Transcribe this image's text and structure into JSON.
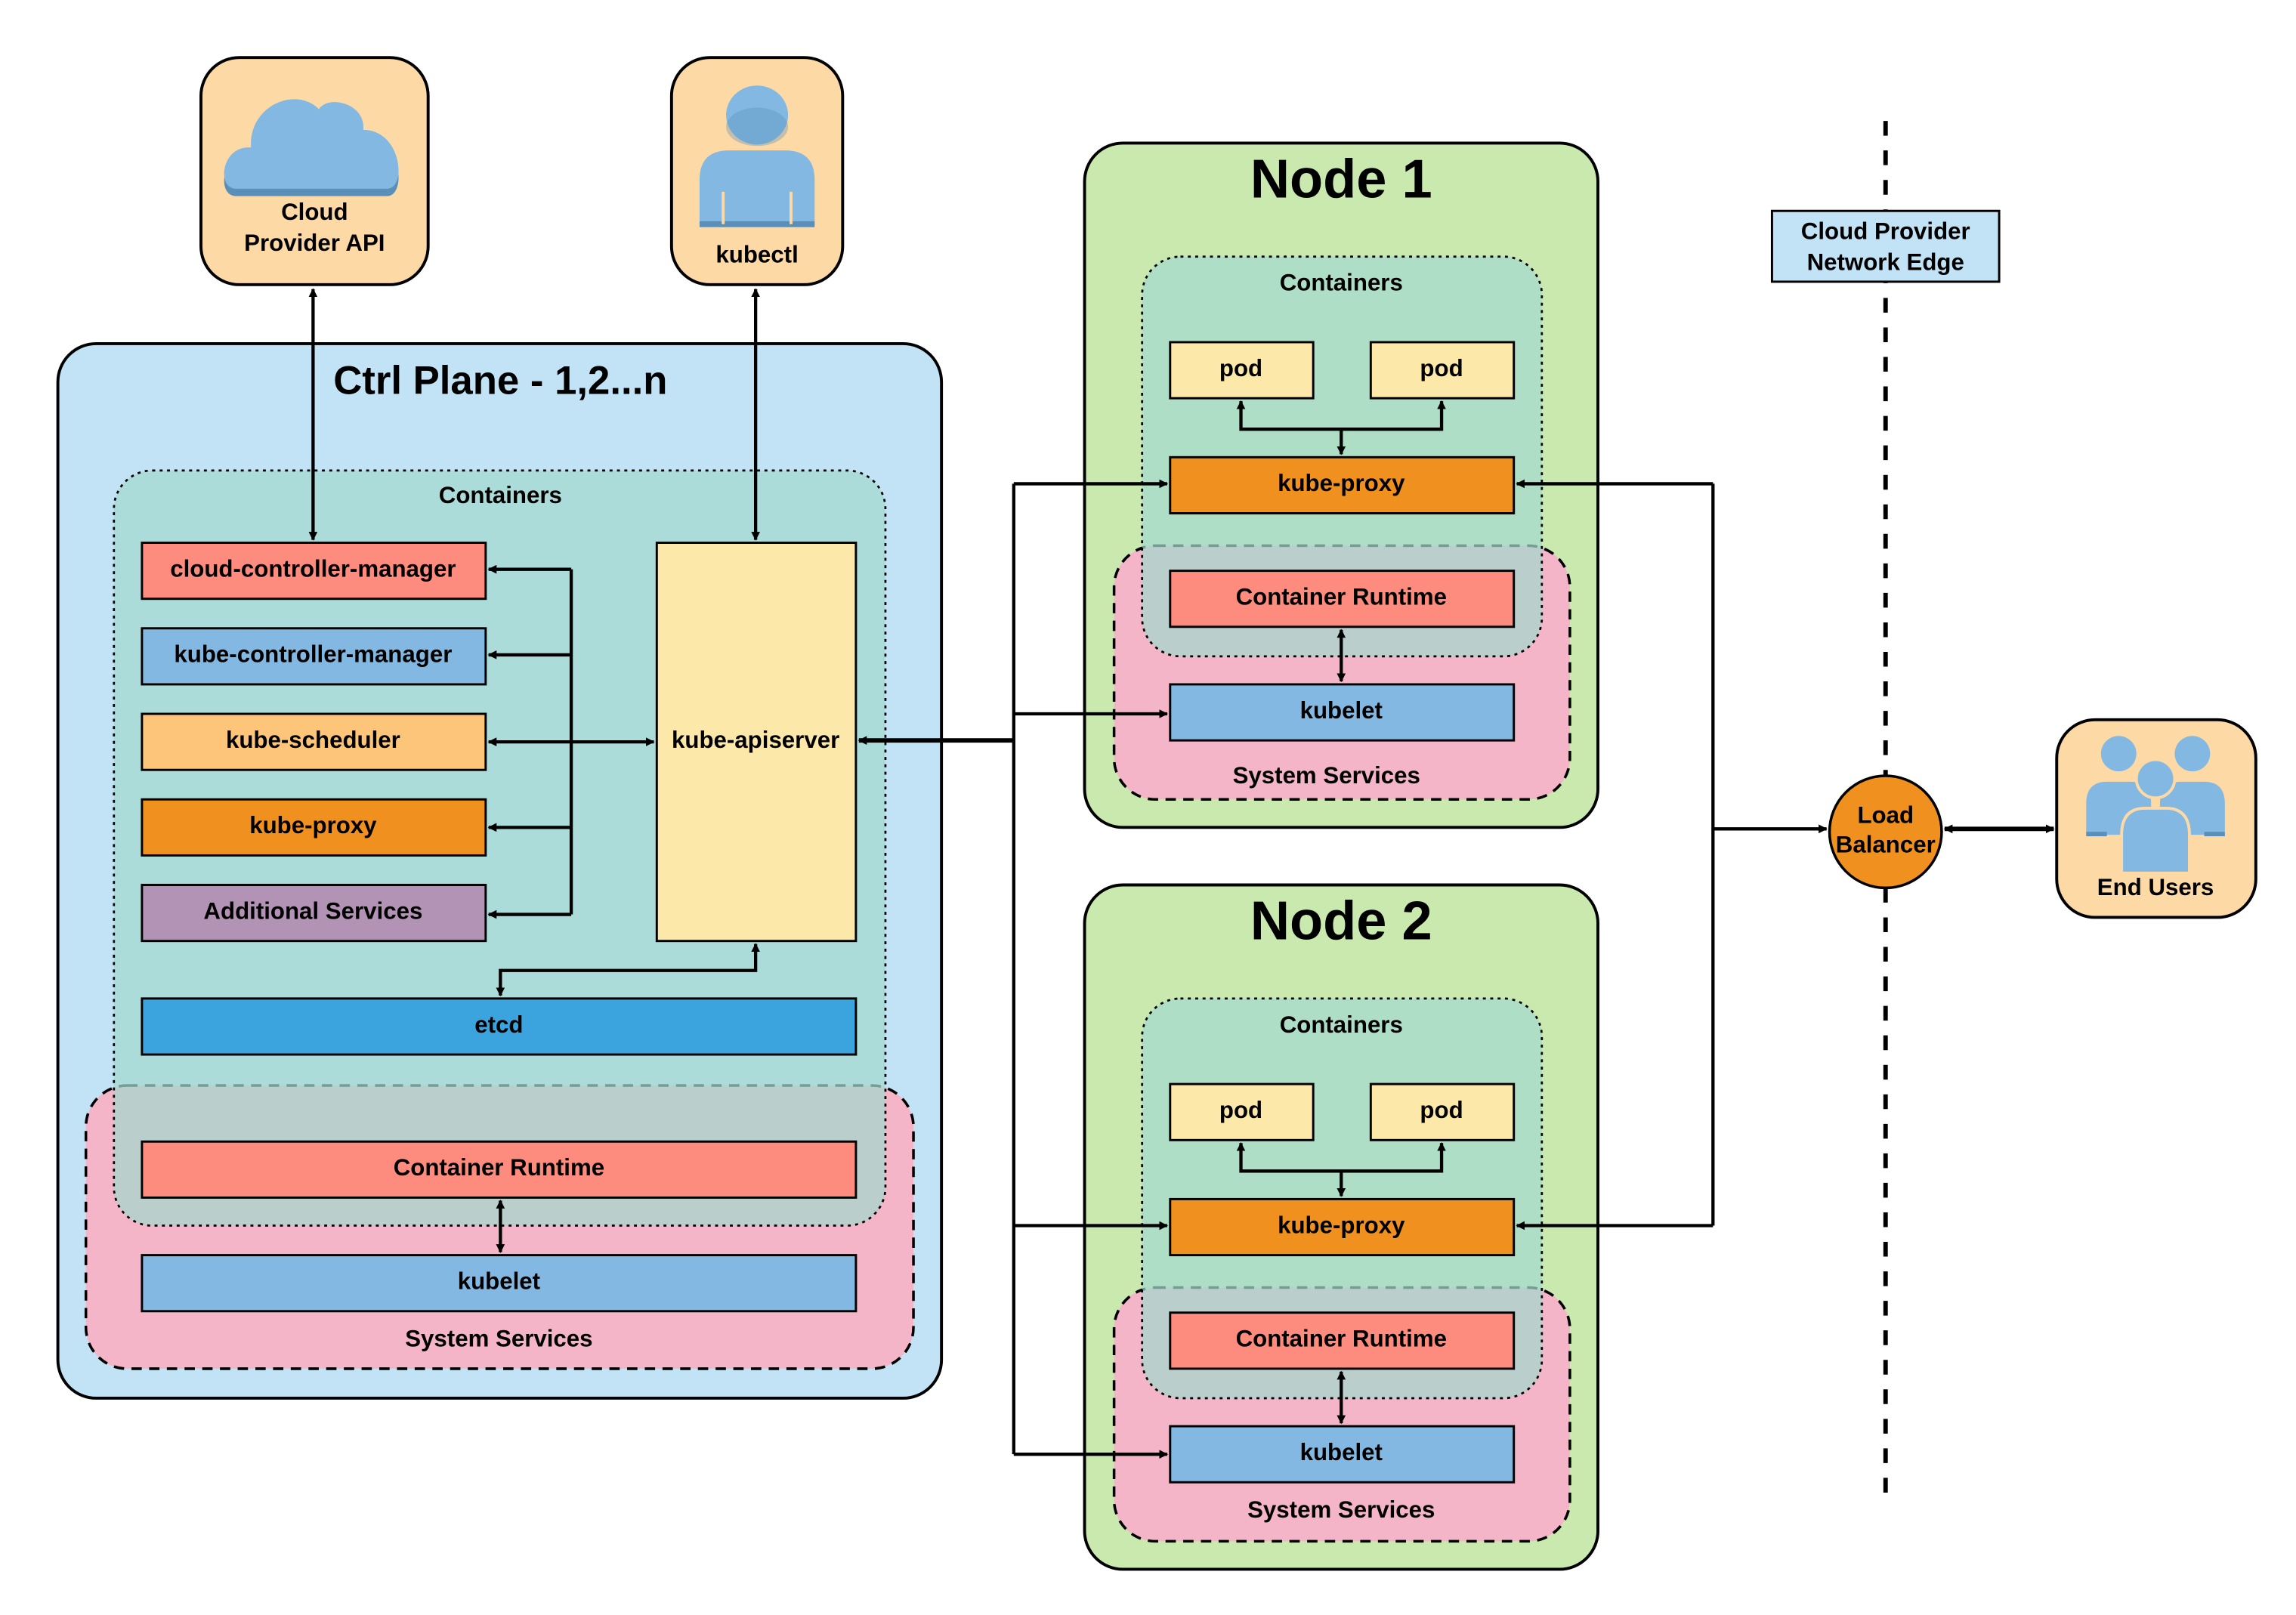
{
  "colors": {
    "ctrl_plane_bg": "#c2e3f5",
    "containers_bg": "#a4d9cf",
    "system_services_bg": "#f3b5c7",
    "overlap_bg": "#b3c8c2",
    "node_bg": "#c9e9ae",
    "external_bg": "#fdd9a5",
    "cloud_controller_manager": "#fd8c7e",
    "kube_controller_manager": "#82b8e1",
    "kube_scheduler": "#fdc57a",
    "kube_proxy": "#f0901e",
    "additional_services": "#b393b5",
    "kube_apiserver": "#fce9a9",
    "etcd": "#3ba3dd",
    "container_runtime": "#fd8c7e",
    "kubelet": "#82b8e1",
    "pod": "#fce9a9",
    "network_edge_bg": "#c2e3f5",
    "load_balancer": "#f0901e",
    "icon_blue": "#82b8e1",
    "icon_blue_dark": "#5a8fba"
  },
  "external": {
    "cloud_api": {
      "line1": "Cloud",
      "line2": "Provider API",
      "icon": "cloud-icon"
    },
    "kubectl": {
      "label": "kubectl",
      "icon": "user-icon"
    },
    "end_users": {
      "label": "End Users",
      "icon": "users-group-icon"
    }
  },
  "ctrl_plane": {
    "title": "Ctrl Plane - 1,2...n",
    "containers_label": "Containers",
    "components": {
      "cloud_controller_manager": "cloud-controller-manager",
      "kube_controller_manager": "kube-controller-manager",
      "kube_scheduler": "kube-scheduler",
      "kube_proxy": "kube-proxy",
      "additional_services": "Additional Services",
      "kube_apiserver": "kube-apiserver",
      "etcd": "etcd"
    },
    "container_runtime": "Container Runtime",
    "kubelet": "kubelet",
    "system_services_label": "System Services"
  },
  "nodes": [
    {
      "title": "Node 1",
      "containers_label": "Containers",
      "pods": [
        "pod",
        "pod"
      ],
      "kube_proxy": "kube-proxy",
      "container_runtime": "Container Runtime",
      "kubelet": "kubelet",
      "system_services_label": "System Services"
    },
    {
      "title": "Node 2",
      "containers_label": "Containers",
      "pods": [
        "pod",
        "pod"
      ],
      "kube_proxy": "kube-proxy",
      "container_runtime": "Container Runtime",
      "kubelet": "kubelet",
      "system_services_label": "System Services"
    }
  ],
  "network_edge": {
    "line1": "Cloud Provider",
    "line2": "Network Edge"
  },
  "load_balancer": {
    "line1": "Load",
    "line2": "Balancer"
  }
}
